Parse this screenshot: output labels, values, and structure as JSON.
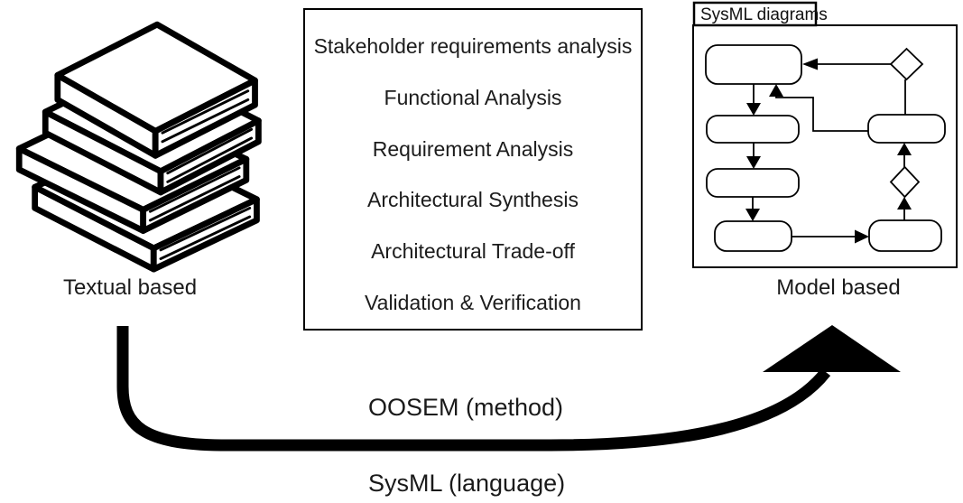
{
  "figure": {
    "left_caption": "Textual based",
    "right_caption": "Model based",
    "arrow_label_top": "OOSEM (method)",
    "arrow_label_bottom": "SysML (language)"
  },
  "process_box": {
    "items": [
      "Stakeholder requirements analysis",
      "Functional Analysis",
      "Requirement Analysis",
      "Architectural Synthesis",
      "Architectural Trade-off",
      "Validation & Verification"
    ]
  },
  "model_panel": {
    "frame_label": "SysML diagrams"
  },
  "illustrations": {
    "books_icon": "stack-of-books",
    "flow_arrow_icon": "thick-curved-arrow-up"
  },
  "colors": {
    "ink": "#000000",
    "background": "#ffffff"
  }
}
